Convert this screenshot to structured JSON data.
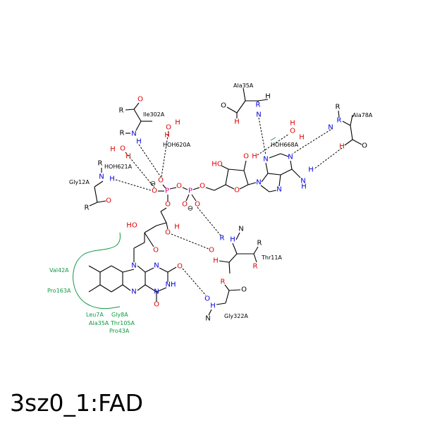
{
  "title": "3sz0_1:FAD",
  "residues": [
    "Ile302A",
    "HOH620A",
    "HOH621A",
    "Gly12A",
    "Ala35A",
    "HOH668A",
    "Ala78A",
    "Thr11A",
    "Gly322A"
  ],
  "hydrophobic": [
    "Val42A",
    "Pro163A",
    "Leu7A",
    "Gly8A",
    "Ala35A",
    "Thr105A",
    "Pro43A"
  ],
  "atoms": [
    "R",
    "O",
    "R",
    "N",
    "H",
    "H",
    "O",
    "H",
    "H",
    "O",
    "H",
    "R",
    "N",
    "H",
    "O",
    "R",
    "O",
    "O",
    "P",
    "O",
    "P",
    "O",
    "O",
    "O",
    "⊖",
    "⊖",
    "O",
    "H",
    "HO",
    "O",
    "O",
    "N",
    "N",
    "N",
    "N",
    "NH",
    "O",
    "O",
    "O",
    "HO",
    "O",
    "H",
    "N",
    "N",
    "N",
    "N",
    "N",
    "H",
    "H",
    "H",
    "O",
    "H",
    "H",
    "R",
    "N",
    "H",
    "O",
    "R",
    "R",
    "N",
    "H",
    "O",
    "R",
    "H",
    "N",
    "R",
    "R",
    "O",
    "H",
    "O",
    "H",
    "N",
    "R",
    "O",
    "R"
  ],
  "colors": {
    "carbon": "#000000",
    "oxygen": "#e00000",
    "nitrogen": "#0000dd",
    "phosphorus": "#d0008a",
    "hydrophobic": "#119944"
  }
}
